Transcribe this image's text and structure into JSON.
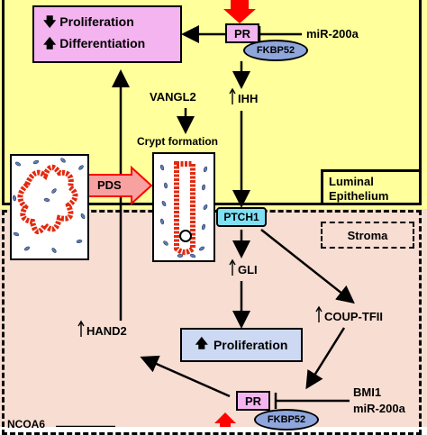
{
  "epithelium": {
    "prolif_diff_box": {
      "line1": "Proliferation",
      "line2": "Differentiation"
    },
    "pr_label": "PR",
    "fkbp52_label": "FKBP52",
    "mir200a_label": "miR-200a",
    "vangl2_label": "VANGL2",
    "ihh_label": "IHH",
    "crypt_label": "Crypt formation",
    "pds_label": "PDS",
    "region_label_line1": "Luminal",
    "region_label_line2": "Epithelium"
  },
  "stroma": {
    "region_label": "Stroma",
    "ptch1_label": "PTCH1",
    "gli_label": "GLI",
    "coup_label": "COUP-TFII",
    "hand2_label": "HAND2",
    "proliferation_label": "Proliferation",
    "pr_label": "PR",
    "fkbp52_label": "FKBP52",
    "bmi1_label": "BMI1",
    "mir200a_label": "miR-200a",
    "ncoa_label": "NCOA6"
  },
  "colors": {
    "epithelium_bg": "#ffff9b",
    "stroma_bg": "#f7ddd2",
    "prolif_box_fill": "#f4b4f0",
    "pr_box_fill": "#f4b4f0",
    "fkbp_fill": "#8fa6dd",
    "ptch1_fill": "#7fe0f4",
    "proliferation_box_fill": "#cdd8f2",
    "hormone_arrow": "#ff0000",
    "pds_arrow_fill": "#f7a1a1"
  }
}
